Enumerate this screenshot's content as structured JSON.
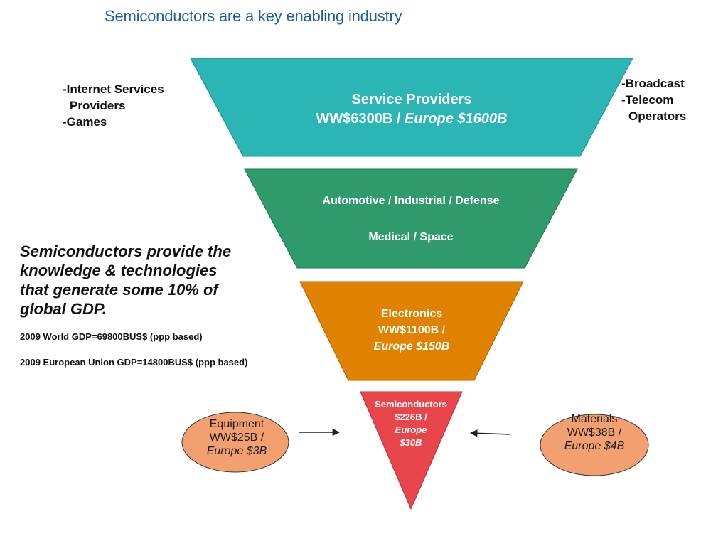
{
  "subtitle": "Semiconductors are a key enabling industry",
  "left_list": [
    "-Internet Services",
    "Providers",
    "-Games"
  ],
  "right_list": [
    "-Broadcast",
    "-Telecom",
    "Operators"
  ],
  "tiers": {
    "service": {
      "title": "Service Providers",
      "value_ww": "WW$6300B / ",
      "value_eu": "Europe $1600B",
      "color": "#2bb5b5"
    },
    "industrial": {
      "line1": "Automotive / Industrial / Defense",
      "line2": "Medical / Space",
      "color": "#2f9a6b"
    },
    "electronics": {
      "line1": "Electronics",
      "line2": "WW$1100B /",
      "line3": "Europe $150B",
      "color": "#e08200"
    },
    "semis": {
      "line1": "Semiconductors",
      "line2": "$226B /",
      "line3": "Europe",
      "line4": "$30B",
      "color": "#e8464a"
    }
  },
  "claim": [
    "Semiconductors provide the",
    "knowledge & technologies",
    "that generate some 10% of",
    "global GDP."
  ],
  "gdp_notes": [
    "2009 World GDP=69800BUS$ (ppp based)",
    "2009 European Union GDP=14800BUS$ (ppp based)"
  ],
  "equipment": {
    "line1": "Equipment",
    "line2": "WW$25B /",
    "line3": "Europe $3B",
    "color": "#f3a070"
  },
  "materials": {
    "line1": "Materials",
    "line2": "WW$38B /",
    "line3": "Europe $4B",
    "color": "#f3a070"
  }
}
